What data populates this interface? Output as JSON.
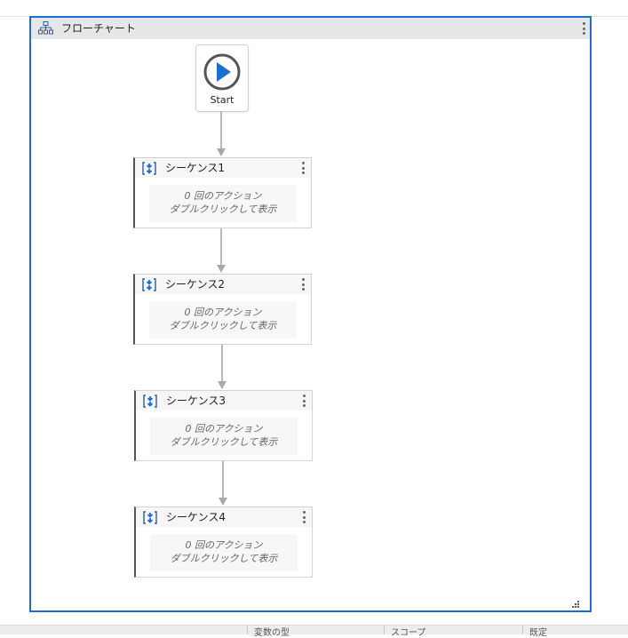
{
  "flowchart": {
    "title": "フローチャート",
    "start_label": "Start",
    "sequences": [
      {
        "title": "シーケンス1",
        "actions": "0 回のアクション",
        "hint": "ダブルクリックして表示"
      },
      {
        "title": "シーケンス2",
        "actions": "0 回のアクション",
        "hint": "ダブルクリックして表示"
      },
      {
        "title": "シーケンス3",
        "actions": "0 回のアクション",
        "hint": "ダブルクリックして表示"
      },
      {
        "title": "シーケンス4",
        "actions": "0 回のアクション",
        "hint": "ダブルクリックして表示"
      }
    ]
  },
  "bottom_panel": {
    "columns": [
      "変数の型",
      "スコープ",
      "既定"
    ]
  },
  "colors": {
    "accent": "#1a6fd1",
    "play_icon": "#1a6fd1",
    "connector": "#b9b9b9"
  },
  "icons": {
    "header": "flowchart-icon",
    "start": "play-circle-icon",
    "sequence": "sequence-icon",
    "menu": "kebab-menu-icon",
    "resize": "resize-grip-icon"
  }
}
